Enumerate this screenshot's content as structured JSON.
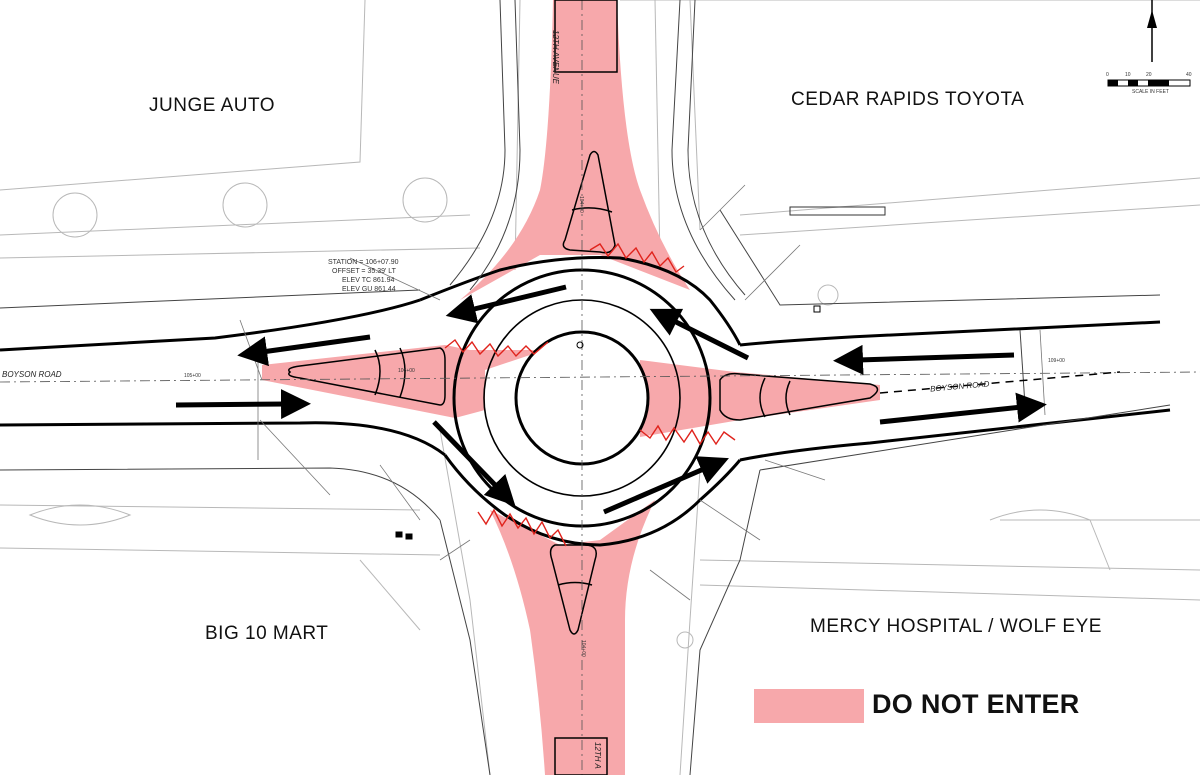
{
  "map": {
    "businesses": {
      "nw": "JUNGE AUTO",
      "ne": "CEDAR RAPIDS TOYOTA",
      "sw": "BIG 10 MART",
      "se": "MERCY HOSPITAL / WOLF EYE"
    },
    "roads": {
      "west": "BOYSON ROAD",
      "east": "BOYSON ROAD",
      "north": "12TH AVENUE",
      "south": "12TH A"
    },
    "stations": {
      "s105": "105+00",
      "s106": "106+00",
      "s109": "109+00",
      "s104n": "104+00",
      "s104s": "104+00"
    },
    "annotation": {
      "line1": "STATION = 106+07.90",
      "line2": "OFFSET = 35.39' LT",
      "line3": "ELEV TC 861.94",
      "line4": "ELEV GU 861.44"
    },
    "scale": {
      "ticks": [
        "0",
        "10",
        "20",
        "40"
      ],
      "caption": "SCALE IN FEET"
    },
    "legend": {
      "label": "DO NOT ENTER",
      "color": "#f7a8ab"
    },
    "colors": {
      "do_not_enter": "#f7a8ab",
      "zigzag": "#e0231c",
      "line": "#000000",
      "faint": "#b5b5b5"
    }
  }
}
